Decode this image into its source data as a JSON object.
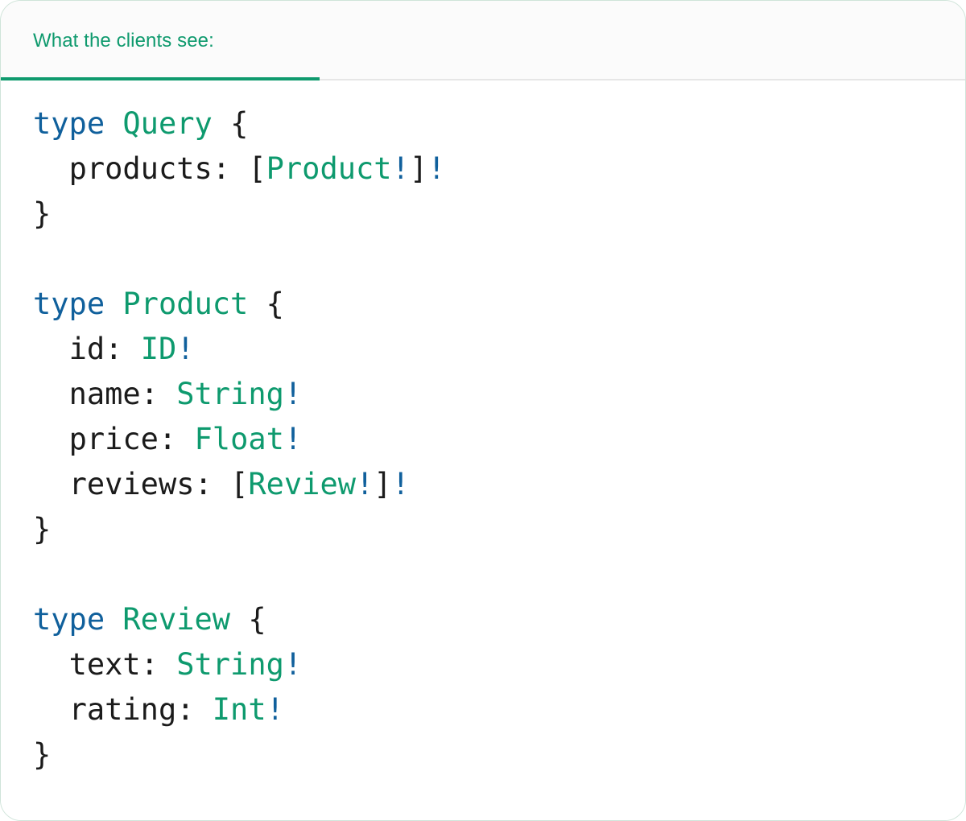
{
  "card": {
    "accent_color": "#0f9a6e",
    "border_color": "#cfe4d9",
    "header_bg": "#fbfbfb",
    "body_bg": "#ffffff"
  },
  "tabs": {
    "active_index": 0,
    "items": [
      {
        "label": "What the clients see:",
        "active": true
      }
    ]
  },
  "code": {
    "language": "graphql",
    "colors": {
      "keyword": "#10609c",
      "type": "#0e9a6e",
      "field": "#1b1b1b",
      "punctuation": "#1b1b1b",
      "non_null_bang": "#10609c"
    },
    "lines": [
      {
        "indent": 0,
        "tokens": [
          {
            "t": "type",
            "k": "kw"
          },
          {
            "t": " ",
            "k": "punct"
          },
          {
            "t": "Query",
            "k": "type"
          },
          {
            "t": " ",
            "k": "punct"
          },
          {
            "t": "{",
            "k": "punct"
          }
        ]
      },
      {
        "indent": 1,
        "tokens": [
          {
            "t": "products",
            "k": "field"
          },
          {
            "t": ": ",
            "k": "punct"
          },
          {
            "t": "[",
            "k": "punct"
          },
          {
            "t": "Product",
            "k": "type"
          },
          {
            "t": "!",
            "k": "bang"
          },
          {
            "t": "]",
            "k": "punct"
          },
          {
            "t": "!",
            "k": "bang"
          }
        ]
      },
      {
        "indent": 0,
        "tokens": [
          {
            "t": "}",
            "k": "punct"
          }
        ]
      },
      {
        "indent": 0,
        "tokens": []
      },
      {
        "indent": 0,
        "tokens": [
          {
            "t": "type",
            "k": "kw"
          },
          {
            "t": " ",
            "k": "punct"
          },
          {
            "t": "Product",
            "k": "type"
          },
          {
            "t": " ",
            "k": "punct"
          },
          {
            "t": "{",
            "k": "punct"
          }
        ]
      },
      {
        "indent": 1,
        "tokens": [
          {
            "t": "id",
            "k": "field"
          },
          {
            "t": ": ",
            "k": "punct"
          },
          {
            "t": "ID",
            "k": "type"
          },
          {
            "t": "!",
            "k": "bang"
          }
        ]
      },
      {
        "indent": 1,
        "tokens": [
          {
            "t": "name",
            "k": "field"
          },
          {
            "t": ": ",
            "k": "punct"
          },
          {
            "t": "String",
            "k": "type"
          },
          {
            "t": "!",
            "k": "bang"
          }
        ]
      },
      {
        "indent": 1,
        "tokens": [
          {
            "t": "price",
            "k": "field"
          },
          {
            "t": ": ",
            "k": "punct"
          },
          {
            "t": "Float",
            "k": "type"
          },
          {
            "t": "!",
            "k": "bang"
          }
        ]
      },
      {
        "indent": 1,
        "tokens": [
          {
            "t": "reviews",
            "k": "field"
          },
          {
            "t": ": ",
            "k": "punct"
          },
          {
            "t": "[",
            "k": "punct"
          },
          {
            "t": "Review",
            "k": "type"
          },
          {
            "t": "!",
            "k": "bang"
          },
          {
            "t": "]",
            "k": "punct"
          },
          {
            "t": "!",
            "k": "bang"
          }
        ]
      },
      {
        "indent": 0,
        "tokens": [
          {
            "t": "}",
            "k": "punct"
          }
        ]
      },
      {
        "indent": 0,
        "tokens": []
      },
      {
        "indent": 0,
        "tokens": [
          {
            "t": "type",
            "k": "kw"
          },
          {
            "t": " ",
            "k": "punct"
          },
          {
            "t": "Review",
            "k": "type"
          },
          {
            "t": " ",
            "k": "punct"
          },
          {
            "t": "{",
            "k": "punct"
          }
        ]
      },
      {
        "indent": 1,
        "tokens": [
          {
            "t": "text",
            "k": "field"
          },
          {
            "t": ": ",
            "k": "punct"
          },
          {
            "t": "String",
            "k": "type"
          },
          {
            "t": "!",
            "k": "bang"
          }
        ]
      },
      {
        "indent": 1,
        "tokens": [
          {
            "t": "rating",
            "k": "field"
          },
          {
            "t": ": ",
            "k": "punct"
          },
          {
            "t": "Int",
            "k": "type"
          },
          {
            "t": "!",
            "k": "bang"
          }
        ]
      },
      {
        "indent": 0,
        "tokens": [
          {
            "t": "}",
            "k": "punct"
          }
        ]
      }
    ]
  }
}
